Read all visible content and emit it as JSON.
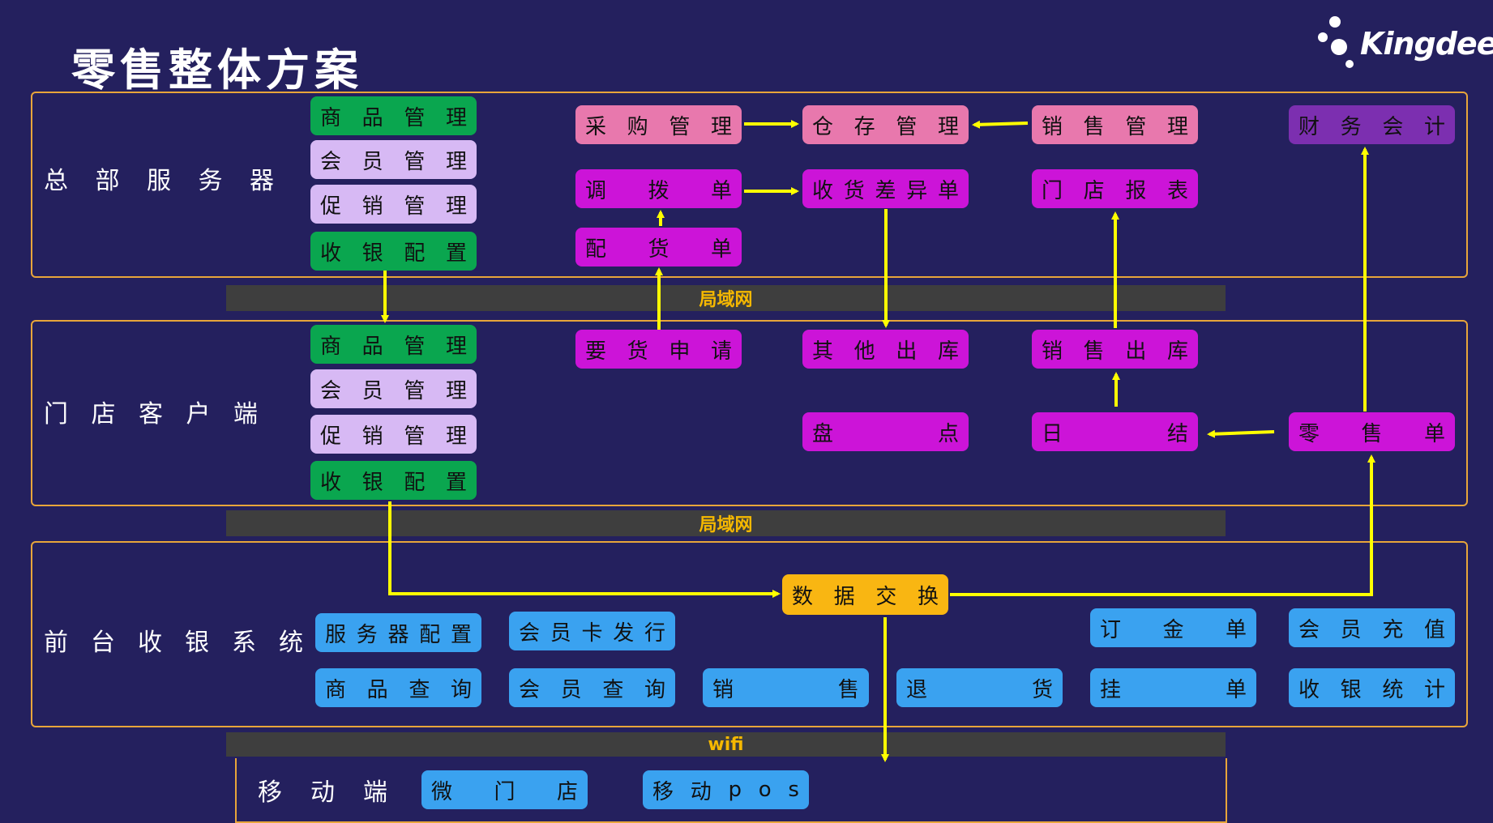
{
  "title": "零售整体方案",
  "logo": {
    "text": "Kingdee",
    "icon": "kingdee-dots-logo"
  },
  "accent_colors": {
    "green": "#0aa64f",
    "lavender": "#d7b9f4",
    "pink": "#e878ad",
    "magenta": "#cc14d8",
    "purple": "#7c2fb0",
    "blue": "#3aa2f0",
    "orange": "#f9b612",
    "arrow": "#ffff00",
    "frame": "#e8a53a"
  },
  "rows": {
    "hq": "总部服务器",
    "store": "门店客户端",
    "pos": "前台收银系统",
    "mobile": "移动端"
  },
  "bands": {
    "lan1": "局域网",
    "lan2": "局域网",
    "wifi": "wifi"
  },
  "hq_boxes": {
    "goods": "商品管理",
    "member": "会员管理",
    "promo": "促销管理",
    "cashier": "收银配置",
    "purchase": "采购管理",
    "inventory": "仓存管理",
    "sales": "销售管理",
    "finance": "财务会计",
    "transfer": "调拨单",
    "receipt_diff": "收货差异单",
    "store_report": "门店报表",
    "distribution": "配货单"
  },
  "store_boxes": {
    "goods": "商品管理",
    "member": "会员管理",
    "promo": "促销管理",
    "cashier": "收银配置",
    "requisition": "要货申请",
    "other_out": "其他出库",
    "sales_out": "销售出库",
    "stocktake": "盘点",
    "daily_close": "日结",
    "retail_order": "零售单"
  },
  "pos_boxes": {
    "data_exchange": "数据交换",
    "server_config": "服务器配置",
    "card_issue": "会员卡发行",
    "deposit_order": "订金单",
    "member_topup": "会员充值",
    "goods_query": "商品查询",
    "member_query": "会员查询",
    "sale": "销售",
    "refund": "退货",
    "hold_order": "挂单",
    "cashier_stats": "收银统计"
  },
  "mobile_boxes": {
    "micro_store": "微门店",
    "mobile_pos": "移动pos"
  }
}
